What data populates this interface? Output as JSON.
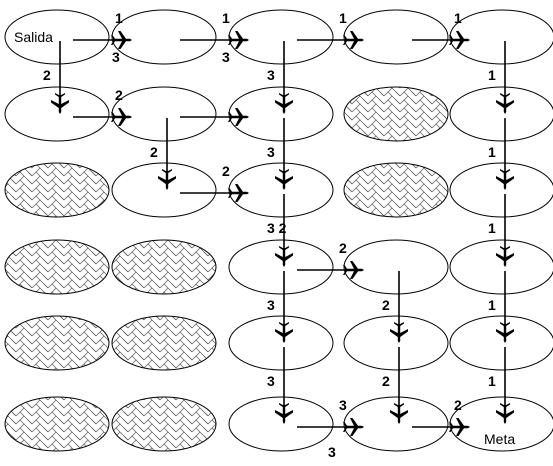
{
  "grid": {
    "rows": 6,
    "cols": 5,
    "blocked": [
      [
        1,
        3
      ],
      [
        2,
        0
      ],
      [
        2,
        3
      ],
      [
        3,
        0
      ],
      [
        3,
        1
      ],
      [
        4,
        0
      ],
      [
        4,
        1
      ],
      [
        5,
        0
      ],
      [
        5,
        1
      ]
    ]
  },
  "labels": {
    "start": "Salida",
    "goal": "Meta"
  },
  "edges": [
    {
      "id": "e1",
      "from": [
        0,
        0
      ],
      "to": [
        0,
        1
      ],
      "weight": "1"
    },
    {
      "id": "e2",
      "from": [
        0,
        1
      ],
      "to": [
        0,
        2
      ],
      "weight": "1"
    },
    {
      "id": "e3",
      "from": [
        0,
        2
      ],
      "to": [
        0,
        3
      ],
      "weight": "1"
    },
    {
      "id": "e4",
      "from": [
        0,
        3
      ],
      "to": [
        0,
        4
      ],
      "weight": "1"
    },
    {
      "id": "e5",
      "from": [
        0,
        0
      ],
      "to": [
        1,
        0
      ],
      "weight": "2"
    },
    {
      "id": "e6",
      "from": [
        0,
        2
      ],
      "to": [
        1,
        2
      ],
      "weight": "3"
    },
    {
      "id": "e7",
      "from": [
        0,
        4
      ],
      "to": [
        1,
        4
      ],
      "weight": "1"
    },
    {
      "id": "e8",
      "from": [
        1,
        0
      ],
      "to": [
        1,
        1
      ],
      "weight": "2"
    },
    {
      "id": "e9",
      "from": [
        1,
        1
      ],
      "to": [
        1,
        2
      ],
      "weight": ""
    },
    {
      "id": "e10",
      "from": [
        1,
        1
      ],
      "to": [
        2,
        1
      ],
      "weight": "2"
    },
    {
      "id": "e11",
      "from": [
        1,
        2
      ],
      "to": [
        2,
        2
      ],
      "weight": "3"
    },
    {
      "id": "e12",
      "from": [
        1,
        4
      ],
      "to": [
        2,
        4
      ],
      "weight": "1"
    },
    {
      "id": "e13",
      "from": [
        2,
        1
      ],
      "to": [
        2,
        2
      ],
      "weight": "2"
    },
    {
      "id": "e14",
      "from": [
        2,
        2
      ],
      "to": [
        3,
        2
      ],
      "weight": "3 2"
    },
    {
      "id": "e15",
      "from": [
        2,
        4
      ],
      "to": [
        3,
        4
      ],
      "weight": "1"
    },
    {
      "id": "e16",
      "from": [
        3,
        2
      ],
      "to": [
        3,
        3
      ],
      "weight": "2"
    },
    {
      "id": "e17",
      "from": [
        3,
        2
      ],
      "to": [
        4,
        2
      ],
      "weight": "3"
    },
    {
      "id": "e18",
      "from": [
        3,
        3
      ],
      "to": [
        4,
        3
      ],
      "weight": "2"
    },
    {
      "id": "e19",
      "from": [
        3,
        4
      ],
      "to": [
        4,
        4
      ],
      "weight": "1"
    },
    {
      "id": "e20",
      "from": [
        4,
        2
      ],
      "to": [
        5,
        2
      ],
      "weight": "3"
    },
    {
      "id": "e21",
      "from": [
        4,
        3
      ],
      "to": [
        5,
        3
      ],
      "weight": "2"
    },
    {
      "id": "e22",
      "from": [
        4,
        4
      ],
      "to": [
        5,
        4
      ],
      "weight": "1"
    },
    {
      "id": "e23",
      "from": [
        5,
        2
      ],
      "to": [
        5,
        3
      ],
      "weight": "3"
    },
    {
      "id": "e24",
      "from": [
        5,
        3
      ],
      "to": [
        5,
        4
      ],
      "weight": "2"
    }
  ],
  "extra_labels": [
    {
      "id": "x1",
      "text": "3"
    },
    {
      "id": "x2",
      "text": "3"
    },
    {
      "id": "x3",
      "text": "3"
    }
  ]
}
